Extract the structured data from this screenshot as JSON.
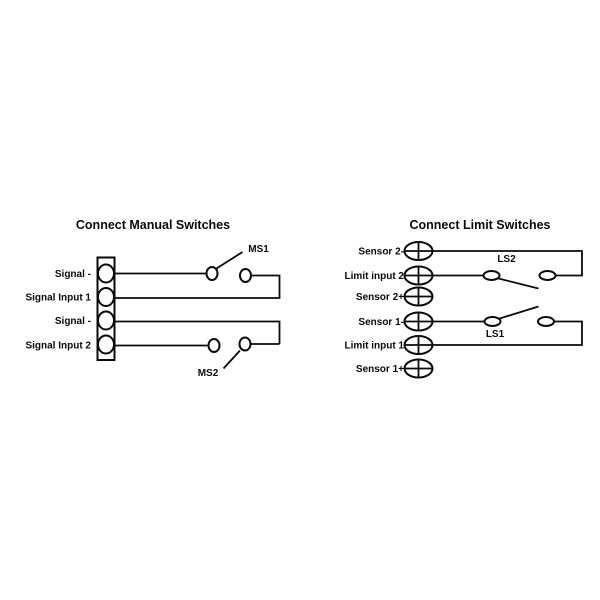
{
  "page": {
    "background": "#ffffff",
    "line_color": "#0a0a0a"
  },
  "manual_switches": {
    "title": "Connect Manual Switches",
    "terminal_labels": [
      "Signal -",
      "Signal Input 1",
      "Signal -",
      "Signal Input 2"
    ],
    "switch_labels": {
      "ms1": "MS1",
      "ms2": "MS2"
    }
  },
  "limit_switches": {
    "title": "Connect Limit Switches",
    "terminal_labels": [
      "Sensor 2-",
      "Limit input 2",
      "Sensor 2+",
      "Sensor 1-",
      "Limit input 1",
      "Sensor 1+"
    ],
    "switch_labels": {
      "ls2": "LS2",
      "ls1": "LS1"
    }
  }
}
